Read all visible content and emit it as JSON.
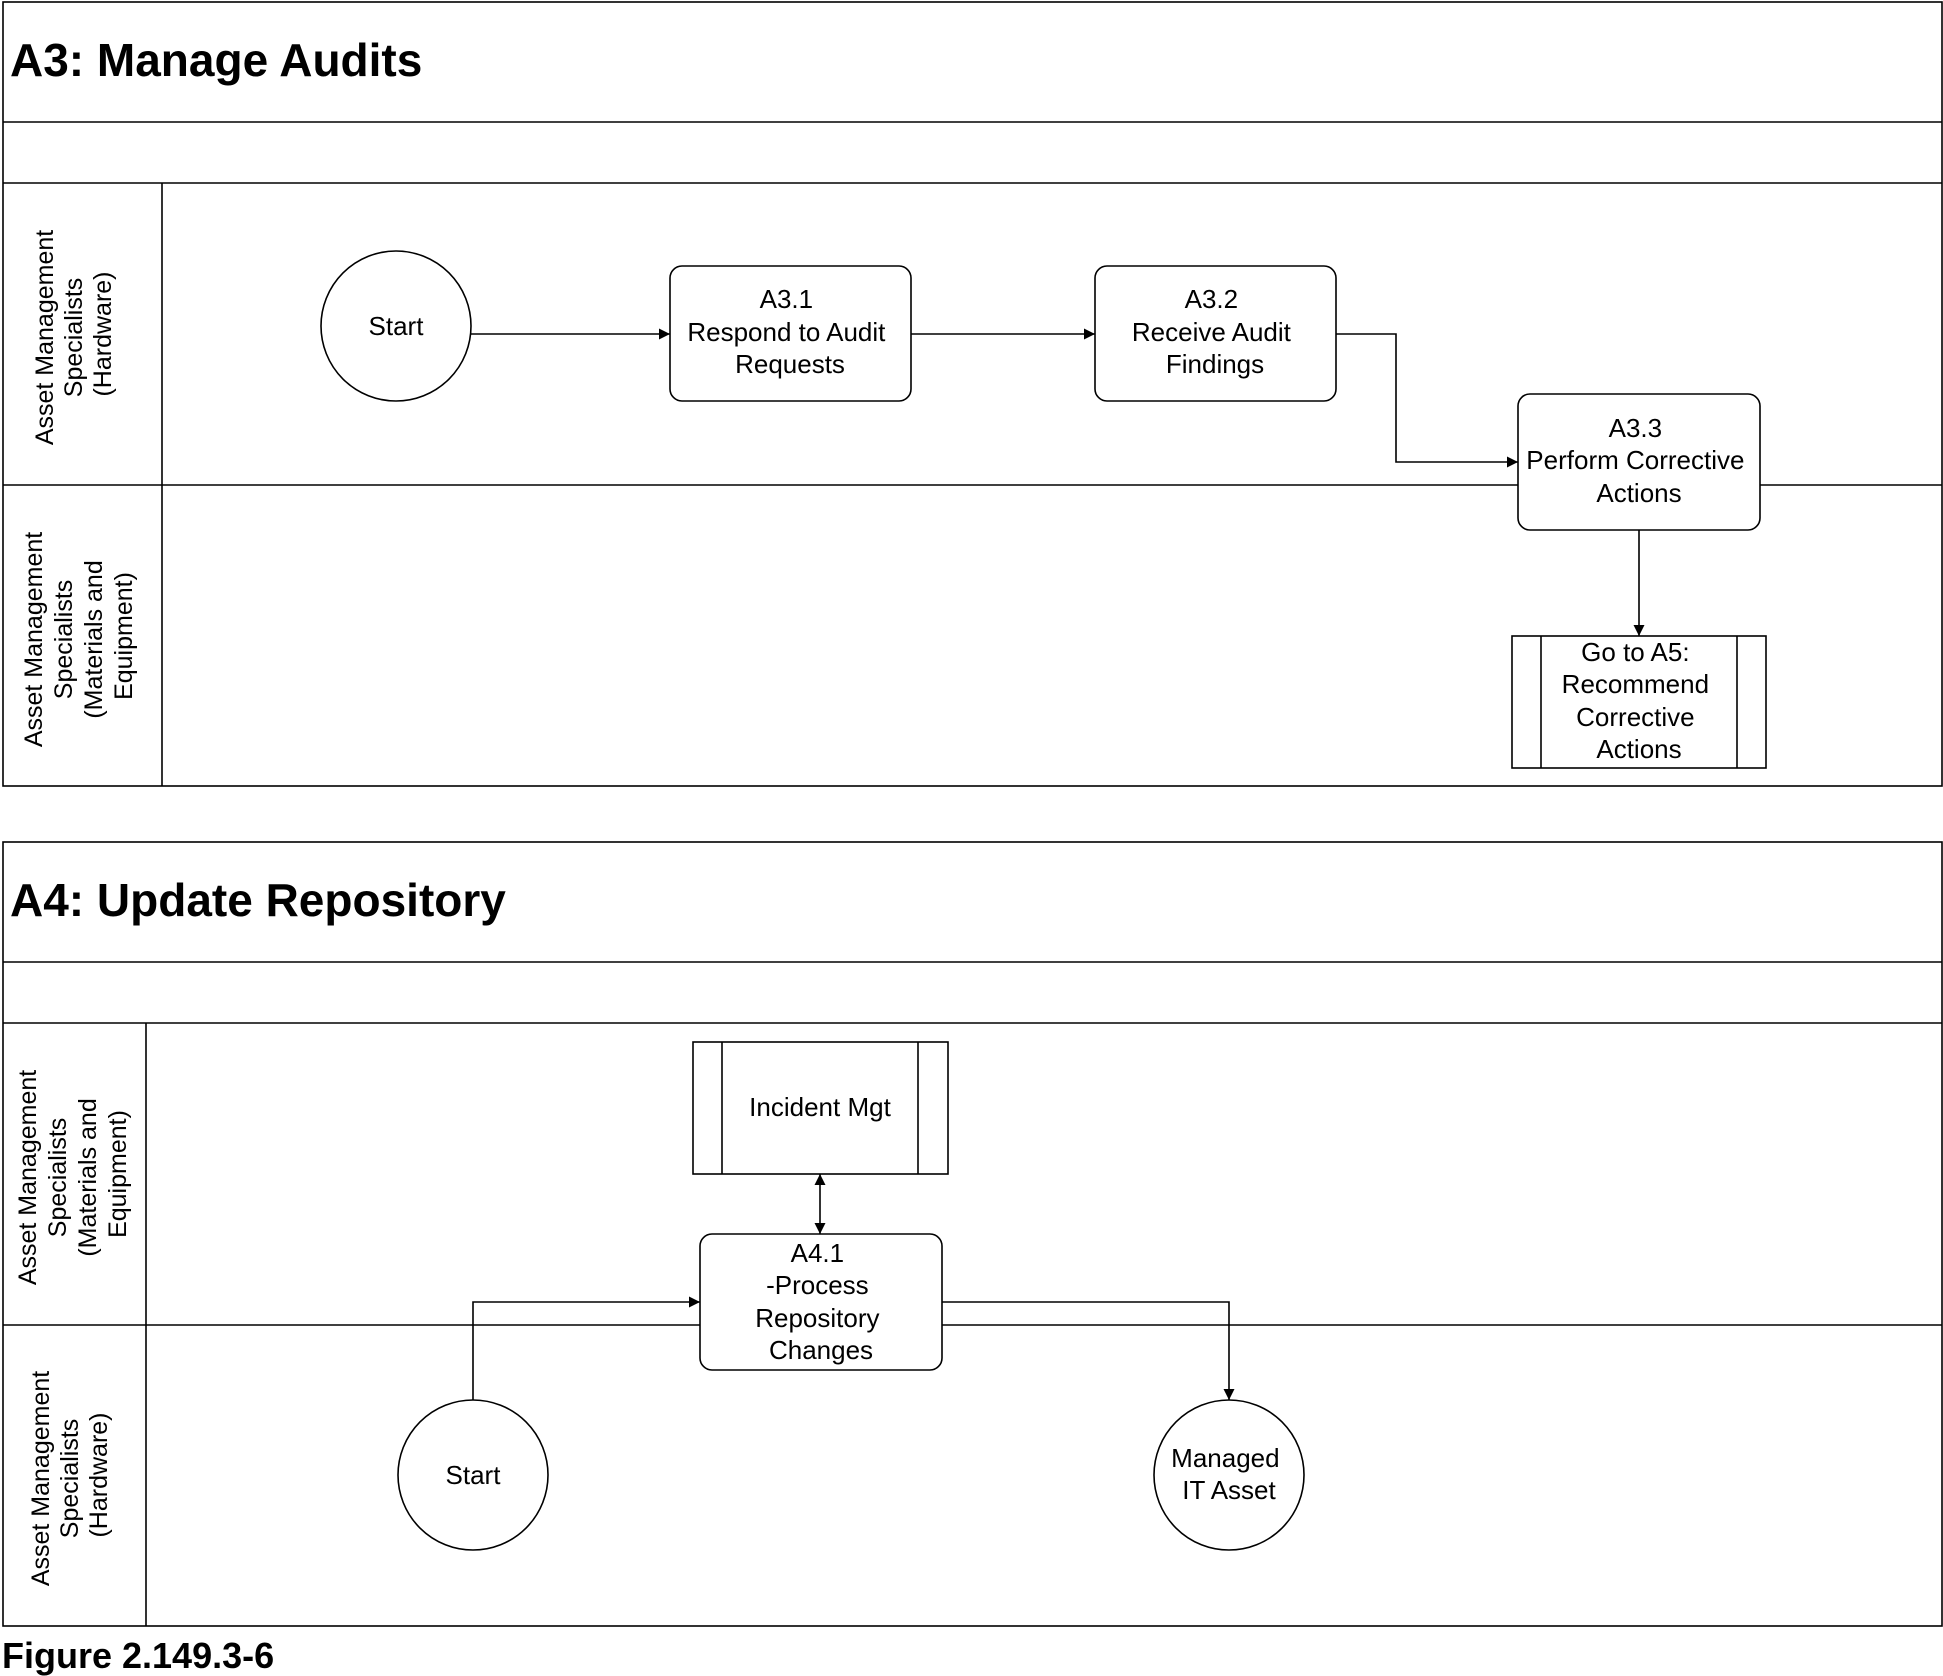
{
  "diagram": {
    "caption": "Figure 2.149.3-6",
    "sections": [
      {
        "id": "a3",
        "title": "A3: Manage Audits",
        "lanes": [
          {
            "id": "a3-hw",
            "label_lines": [
              "Asset Management",
              "Specialists",
              "(Hardware)"
            ]
          },
          {
            "id": "a3-me",
            "label_lines": [
              "Asset Management",
              "Specialists",
              "(Materials and",
              "Equipment)"
            ]
          }
        ],
        "nodes": [
          {
            "id": "a3-start",
            "shape": "circle",
            "lines": [
              "Start"
            ]
          },
          {
            "id": "a3-1",
            "shape": "rounded-rect",
            "lines": [
              "A3.1",
              "Respond to Audit",
              "Requests"
            ]
          },
          {
            "id": "a3-2",
            "shape": "rounded-rect",
            "lines": [
              "A3.2",
              "Receive Audit",
              "Findings"
            ]
          },
          {
            "id": "a3-3",
            "shape": "rounded-rect",
            "lines": [
              "A3.3",
              "Perform Corrective",
              "Actions"
            ]
          },
          {
            "id": "a3-goto-a5",
            "shape": "predefined-process",
            "lines": [
              "Go to A5:",
              "Recommend",
              "Corrective",
              "Actions"
            ]
          }
        ],
        "edges": [
          {
            "from": "a3-start",
            "to": "a3-1",
            "arrow": "end"
          },
          {
            "from": "a3-1",
            "to": "a3-2",
            "arrow": "end"
          },
          {
            "from": "a3-2",
            "to": "a3-3",
            "arrow": "end"
          },
          {
            "from": "a3-3",
            "to": "a3-goto-a5",
            "arrow": "end"
          }
        ]
      },
      {
        "id": "a4",
        "title": "A4: Update Repository",
        "lanes": [
          {
            "id": "a4-me",
            "label_lines": [
              "Asset Management",
              "Specialists",
              "(Materials and",
              "Equipment)"
            ]
          },
          {
            "id": "a4-hw",
            "label_lines": [
              "Asset Management",
              "Specialists",
              "(Hardware)"
            ]
          }
        ],
        "nodes": [
          {
            "id": "a4-incident",
            "shape": "predefined-process",
            "lines": [
              "Incident Mgt"
            ]
          },
          {
            "id": "a4-1",
            "shape": "rounded-rect",
            "lines": [
              "A4.1",
              "-Process",
              "Repository",
              "Changes"
            ]
          },
          {
            "id": "a4-start",
            "shape": "circle",
            "lines": [
              "Start"
            ]
          },
          {
            "id": "a4-managed",
            "shape": "circle",
            "lines": [
              "Managed",
              "IT Asset"
            ]
          }
        ],
        "edges": [
          {
            "from": "a4-incident",
            "to": "a4-1",
            "arrow": "both"
          },
          {
            "from": "a4-start",
            "to": "a4-1",
            "arrow": "end"
          },
          {
            "from": "a4-1",
            "to": "a4-managed",
            "arrow": "end"
          }
        ]
      }
    ]
  }
}
